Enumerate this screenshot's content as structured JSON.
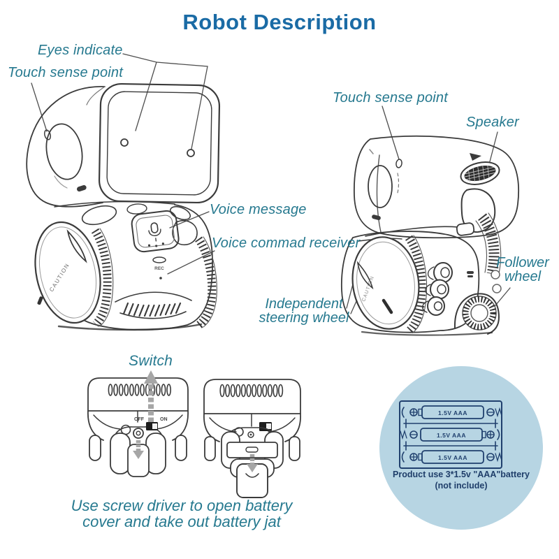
{
  "title": "Robot Description",
  "labels": {
    "eyes_indicate": "Eyes indicate",
    "touch_sense_left": "Touch sense point",
    "touch_sense_right": "Touch sense point",
    "speaker": "Speaker",
    "voice_message": "Voice message",
    "voice_command_receiver": "Voice commad receiver",
    "follower_wheel_line1": "Follower",
    "follower_wheel_line2": "wheel",
    "independent_line1": "Independent",
    "independent_line2": "steering wheel",
    "switch": "Switch"
  },
  "illustration_text": {
    "rec": "REC",
    "caution_front": "CAUTION",
    "caution_side": "CAUTION",
    "switch_off": "OFF",
    "switch_on": "ON"
  },
  "battery": {
    "cells": [
      "1.5V AAA",
      "1.5V AAA",
      "1.5V AAA"
    ],
    "note_line1": "Product use 3*1.5v \"AAA\"battery",
    "note_line2": "(not include)"
  },
  "footer": {
    "line1": "Use screw driver to open battery",
    "line2": "cover and take out battery jat"
  },
  "colors": {
    "title": "#1a6ba5",
    "label": "#26798f",
    "battery_note": "#1f3e6a",
    "battery_circle": "#b7d5e3",
    "sketch": "#3b3b3b",
    "arrow_gray": "#a6a6a6"
  }
}
